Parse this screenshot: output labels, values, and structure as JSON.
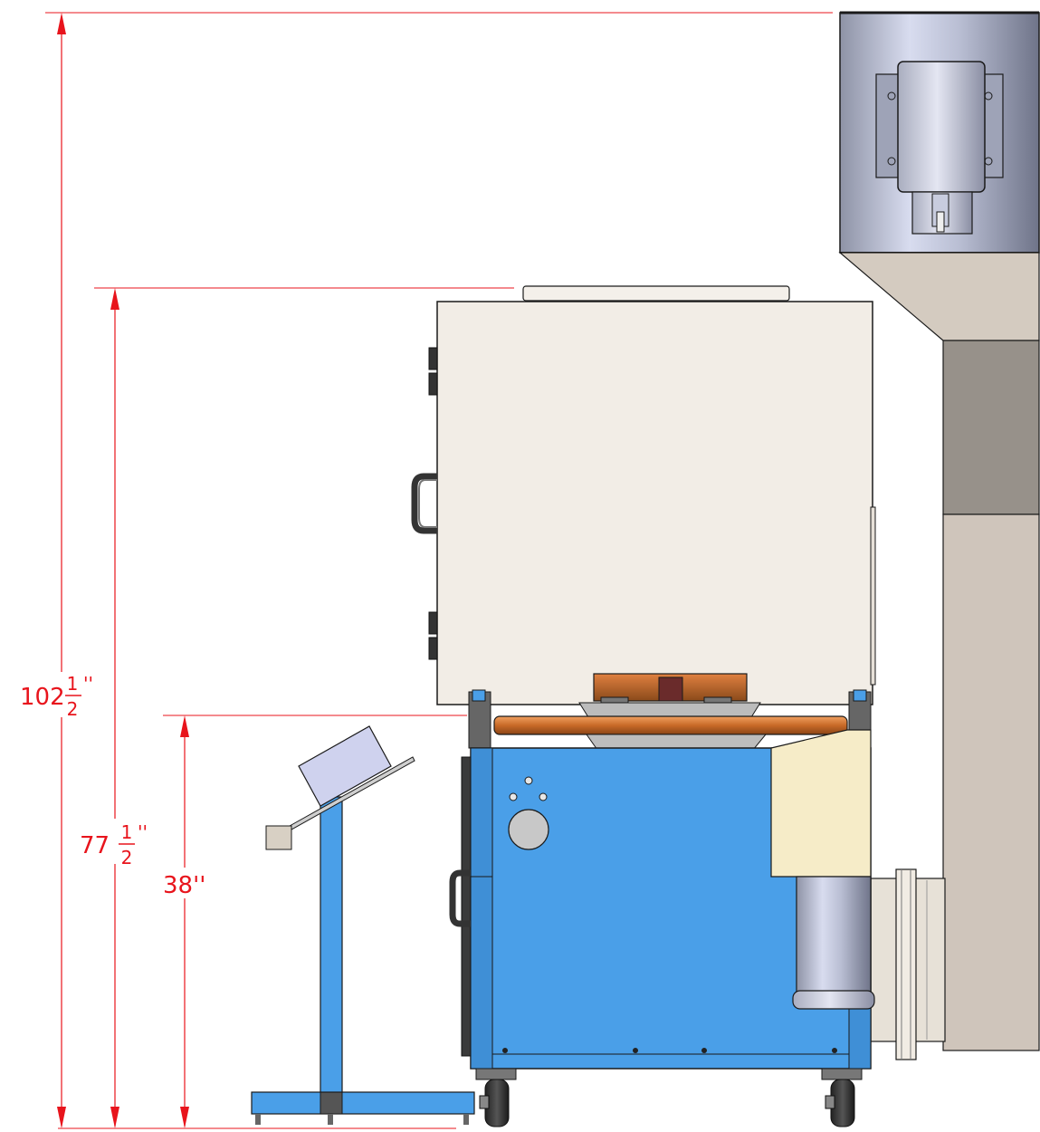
{
  "dimensions": {
    "overall_height": {
      "whole": "102",
      "num": "1",
      "den": "2",
      "unit": "''"
    },
    "cabinet_height": {
      "whole": "77",
      "num": "1",
      "den": "2",
      "unit": "''"
    },
    "base_height": {
      "text": "38''"
    }
  },
  "colors": {
    "dimension_line": "#e8141c",
    "base_blue": "#4a9fe8",
    "cabinet_cream": "#f2ede6",
    "hood_taupe": "#cfc5bb",
    "duct_gray": "#97918a",
    "panel_yellow": "#f6ecc8",
    "rail_orange": "#d0702c",
    "outline": "#1a1a1a"
  }
}
